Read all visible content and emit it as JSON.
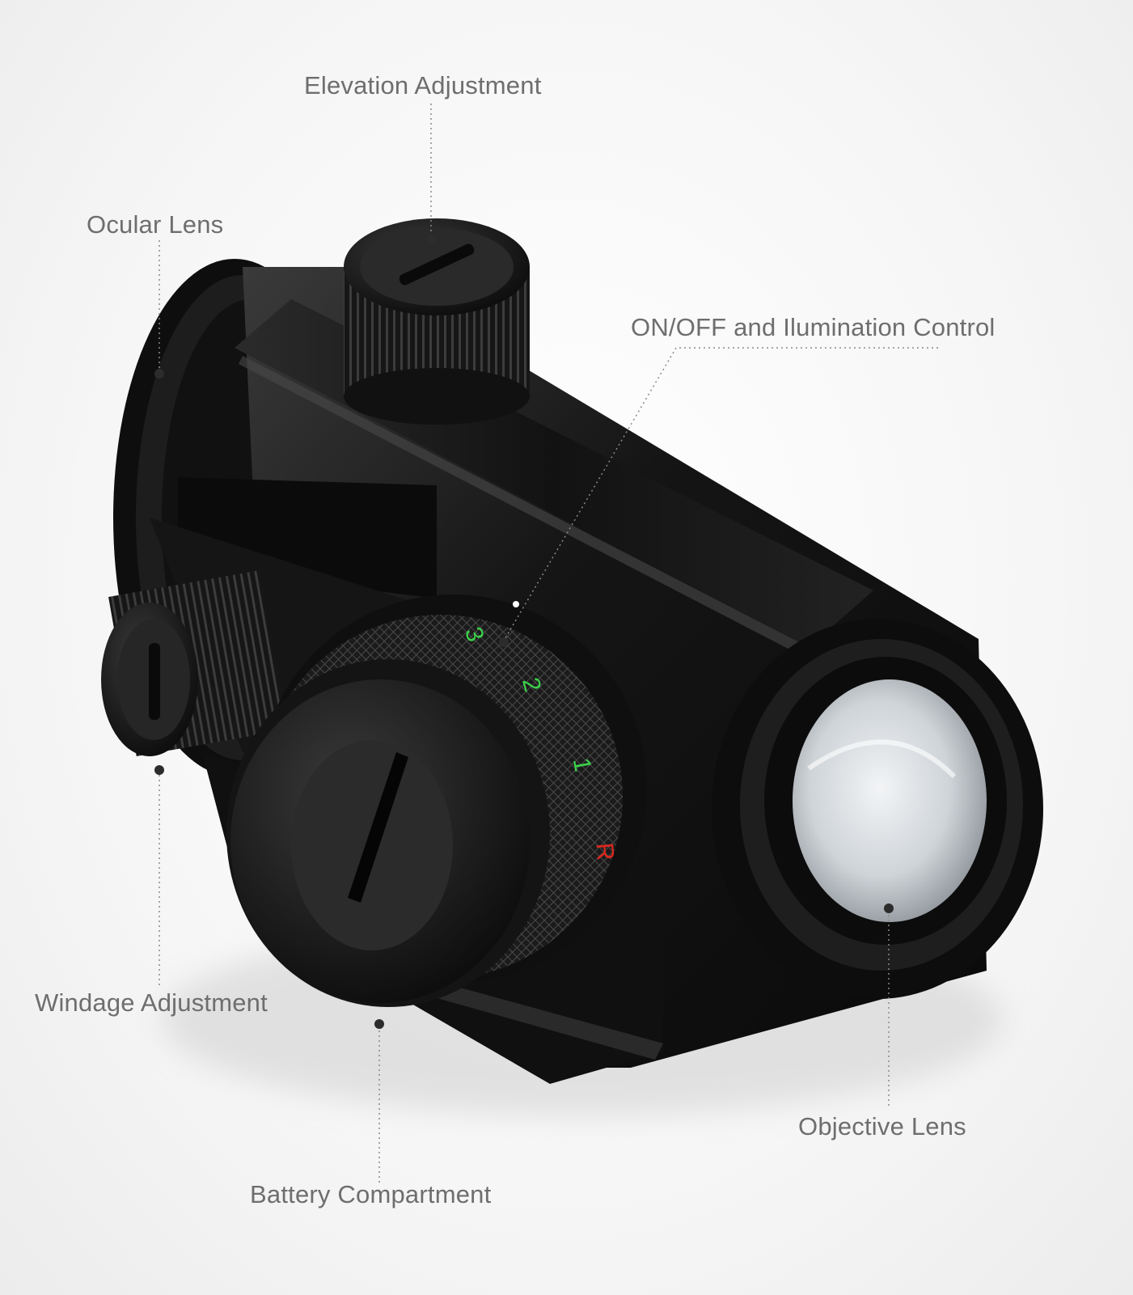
{
  "labels": {
    "elevation": "Elevation Adjustment",
    "ocular": "Ocular Lens",
    "onoff": "ON/OFF and Ilumination Control",
    "windage": "Windage Adjustment",
    "battery": "Battery Compartment",
    "objective": "Objective Lens"
  },
  "dial_markings": {
    "three": "3",
    "two": "2",
    "one": "1",
    "reset": "R"
  },
  "colors": {
    "label_text": "#6e6e6e",
    "leader_line": "#8a8a8a",
    "body": "#1a1a1a",
    "dial_green": "#3bd14a",
    "dial_red": "#d8281f"
  }
}
